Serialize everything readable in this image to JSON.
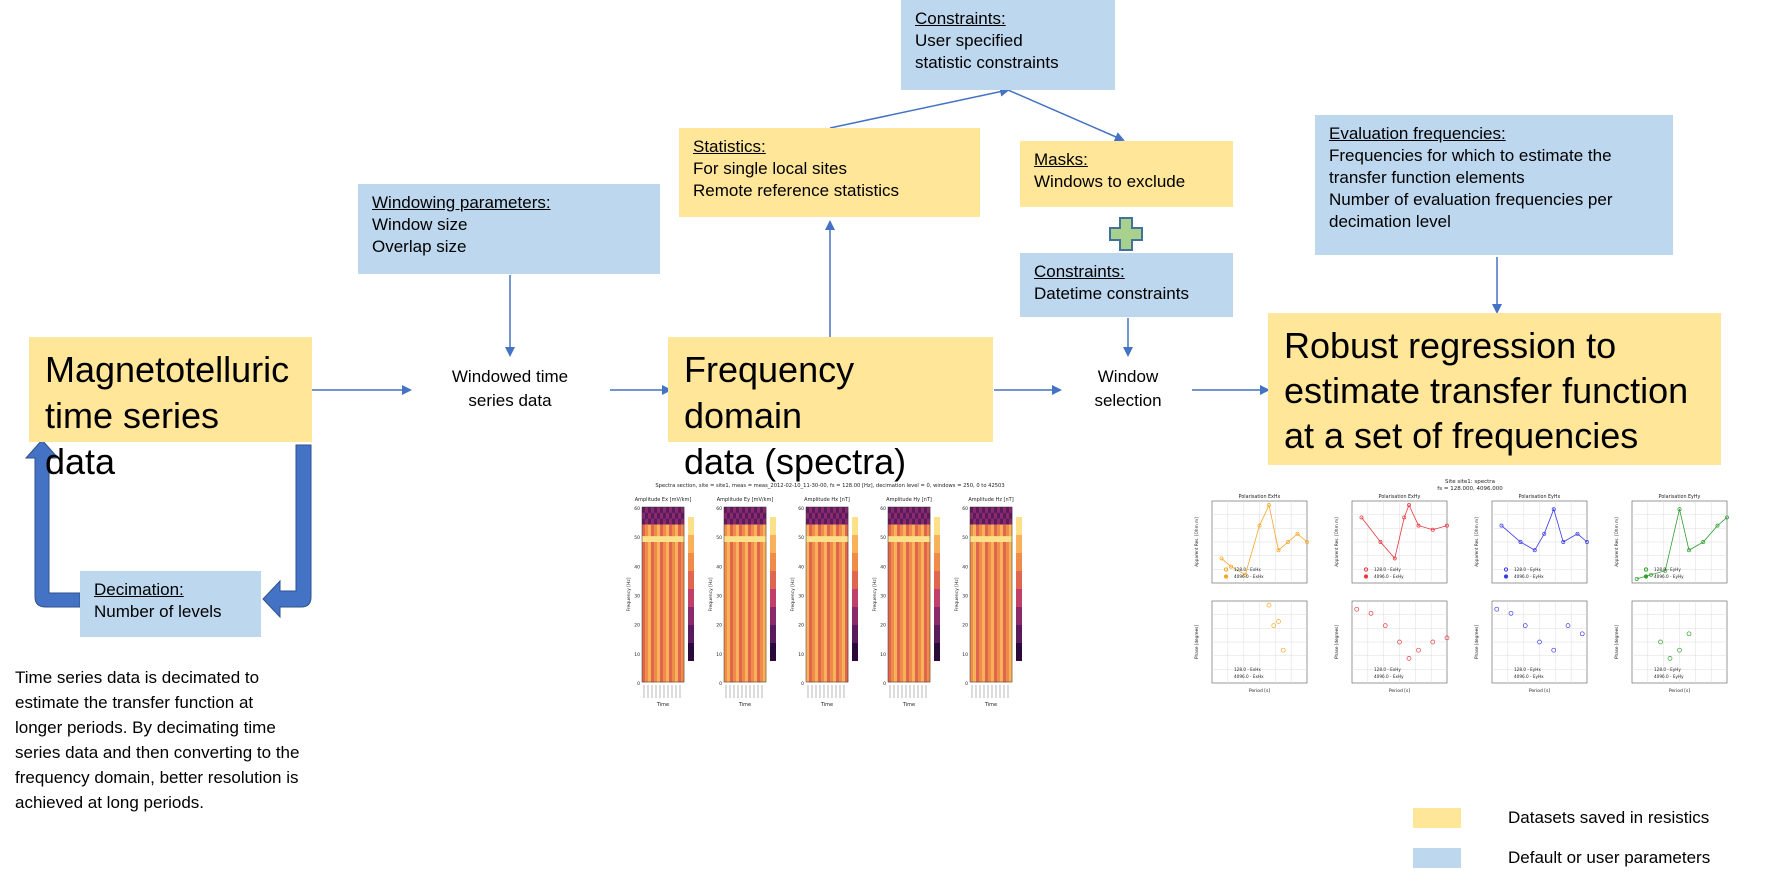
{
  "nodes": {
    "mt_data": {
      "line1": "Magnetotelluric",
      "line2": "time series data"
    },
    "windowed": {
      "line1": "Windowed time",
      "line2": "series data"
    },
    "freq": {
      "line1": "Frequency domain",
      "line2": "data (spectra)"
    },
    "selection": {
      "line1": "Window",
      "line2": "selection"
    },
    "regression": {
      "line1": "Robust regression to",
      "line2": "estimate transfer function",
      "line3": "at a set of frequencies"
    }
  },
  "params": {
    "windowing": {
      "title": "Windowing parameters:",
      "line1": "Window size",
      "line2": "Overlap size"
    },
    "statistics": {
      "title": "Statistics:",
      "line1": "For single local sites",
      "line2": "Remote reference statistics"
    },
    "constraints_top": {
      "title": "Constraints:",
      "line1": "User specified",
      "line2": "statistic constraints"
    },
    "masks": {
      "title": "Masks:",
      "line1": "Windows to exclude"
    },
    "constraints_dt": {
      "title": "Constraints:",
      "line1": "Datetime constraints"
    },
    "evaluation": {
      "title": "Evaluation frequencies:",
      "line1": "Frequencies for which to estimate the",
      "line2": "transfer function elements",
      "line3": "Number of evaluation frequencies per",
      "line4": "decimation level"
    },
    "decimation": {
      "title": "Decimation:",
      "line1": "Number of levels"
    }
  },
  "note": {
    "line1": "Time series data is decimated to",
    "line2": "estimate the transfer function at",
    "line3": "longer periods. By decimating time",
    "line4": "series data and then converting to the",
    "line5": "frequency domain, better resolution is",
    "line6": "achieved at long periods."
  },
  "legend": {
    "datasets": "Datasets saved in resistics",
    "parameters": "Default or user parameters"
  },
  "colors": {
    "dataset": "#FFE699",
    "parameter": "#BDD7EE",
    "arrow": "#4472C4",
    "plus_fill": "#A9D18E",
    "plus_stroke": "#41719C"
  },
  "spectra_panel": {
    "title": "Spectra section, site = site1, meas = meas_2012-02-10_11-30-00, fs = 128.00 [Hz], decimation level = 0, windows = 250, 0 to 42503",
    "subplots": [
      "Amplitude Ex [mV/km]",
      "Amplitude Ey [mV/km]",
      "Amplitude Hx [nT]",
      "Amplitude Hy [nT]",
      "Amplitude Hz [nT]"
    ],
    "ylabel": "Frequency [Hz]",
    "xlabel": "Time",
    "yticks": [
      "60",
      "50",
      "40",
      "30",
      "20",
      "10",
      "0"
    ]
  },
  "tf_panel": {
    "title1": "Site site1: spectra",
    "title2": "fs = 128.000, 4096.000",
    "subplots": [
      "Polarisation ExHx",
      "Polarisation ExHy",
      "Polarisation EyHx",
      "Polarisation EyHy"
    ],
    "ylabel_top": "Apparent Res. [Ohm m]",
    "ylabel_bottom": "Phase [degrees]",
    "xlabel": "Period [s]",
    "legends": [
      [
        "128.0 - ExHx",
        "4096.0 - ExHx"
      ],
      [
        "128.0 - ExHy",
        "4096.0 - ExHy"
      ],
      [
        "128.0 - EyHx",
        "4096.0 - EyHx"
      ],
      [
        "128.0 - EyHy",
        "4096.0 - EyHy"
      ]
    ],
    "series_colors": [
      "#F5A623",
      "#E8383D",
      "#3B3BE8",
      "#2E9E2E"
    ]
  }
}
